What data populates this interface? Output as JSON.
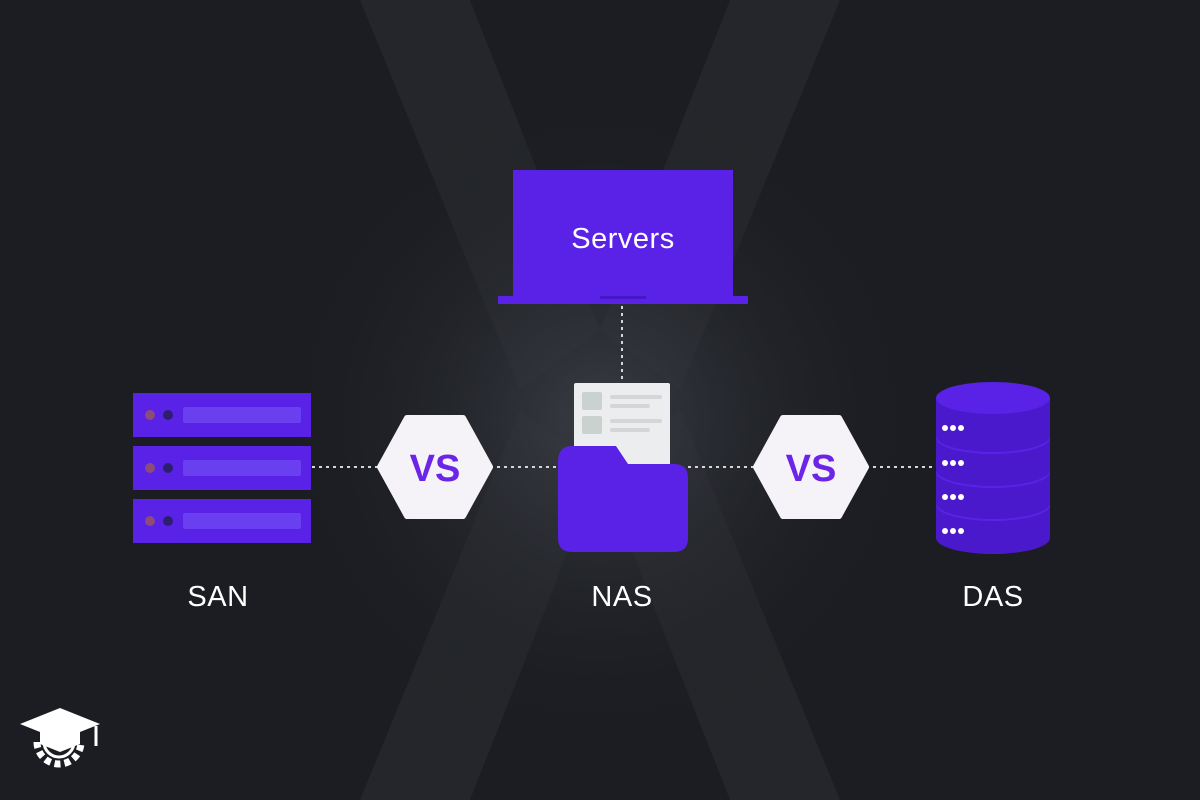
{
  "diagram": {
    "servers_label": "Servers",
    "san_label": "SAN",
    "nas_label": "NAS",
    "das_label": "DAS",
    "vs_left": "VS",
    "vs_right": "VS"
  },
  "icons": {
    "servers": "laptop-icon",
    "san": "server-rack-icon",
    "nas": "folder-document-icon",
    "das": "database-stack-icon",
    "logo": "graduation-cap-gear-logo"
  },
  "colors": {
    "background": "#1b1d22",
    "accent_purple": "#5a22e6",
    "accent_purple_dark": "#4616c9",
    "vs_text": "#6b25e8",
    "vs_fill": "#f6f3f8",
    "connector": "#d6d6d6",
    "text": "#ffffff"
  }
}
